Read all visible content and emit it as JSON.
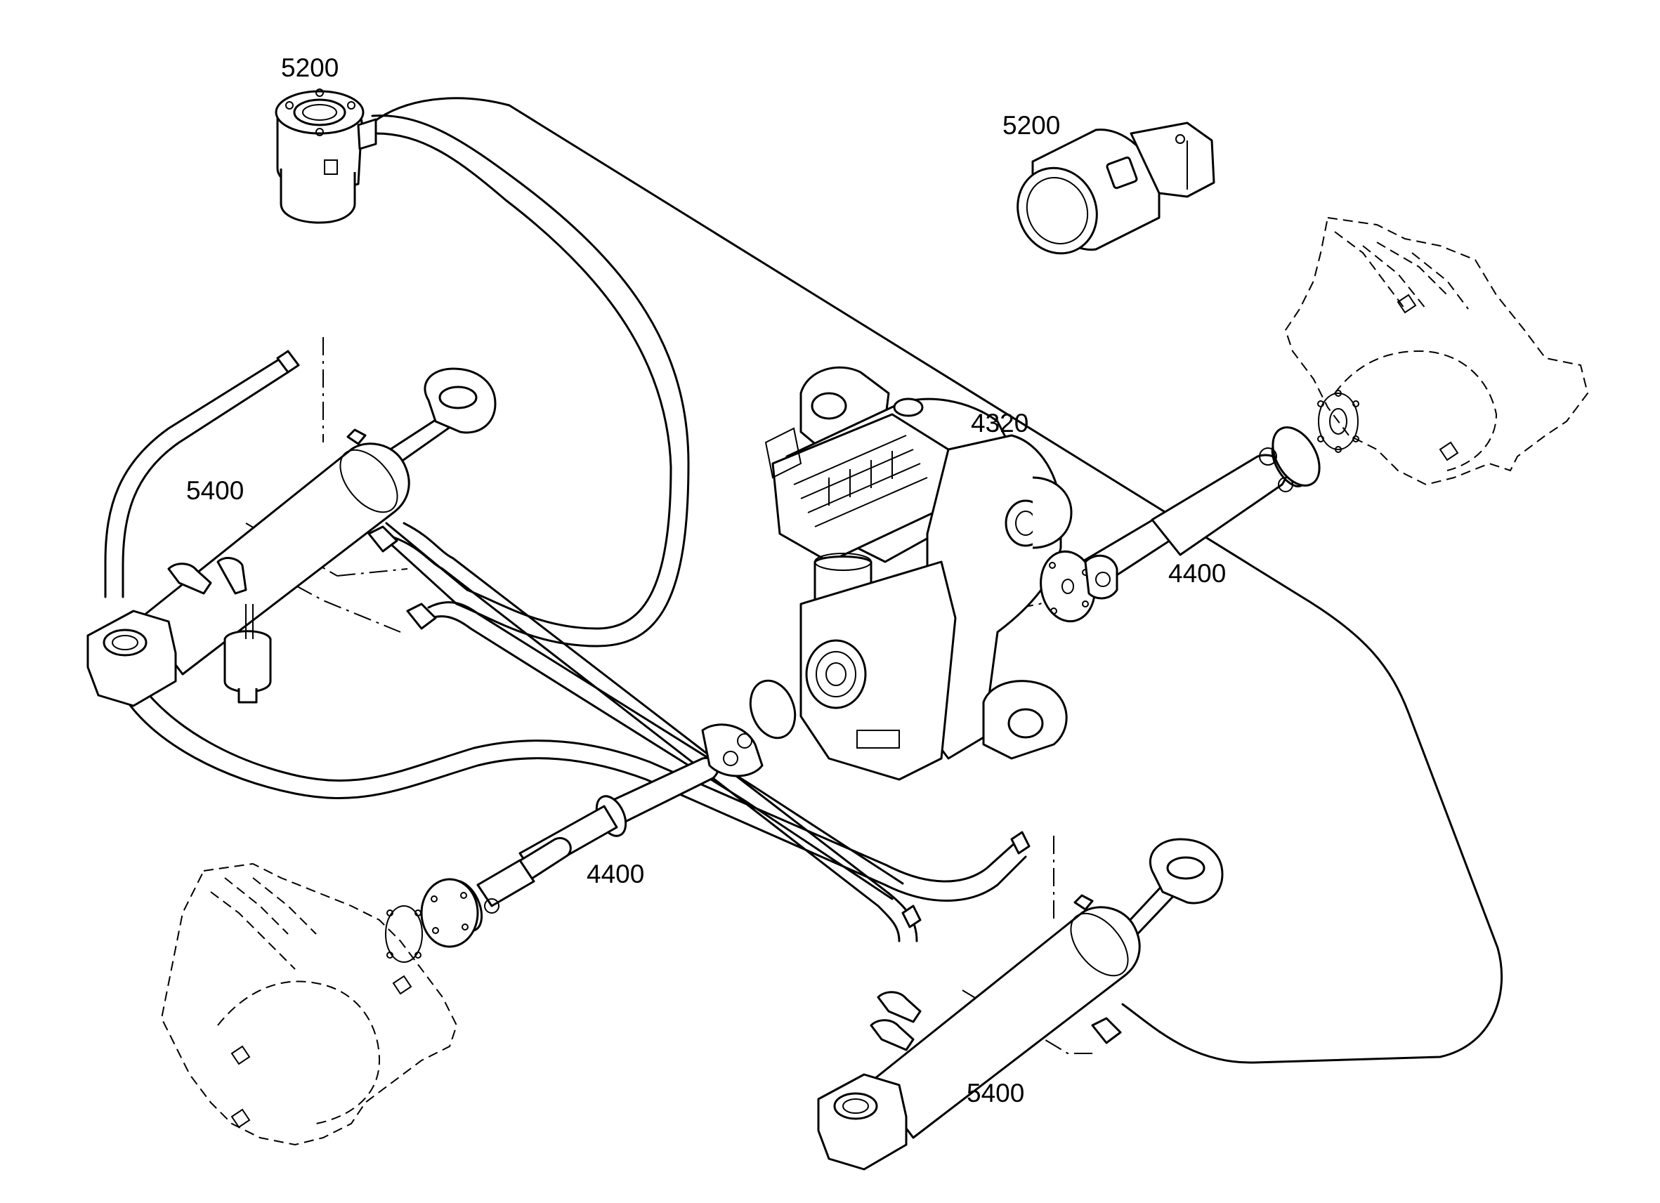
{
  "diagram": {
    "labels": [
      {
        "id": "steering-unit-a",
        "text": "5200"
      },
      {
        "id": "steering-unit-b",
        "text": "5200"
      },
      {
        "id": "transfer-gearbox",
        "text": "4320"
      },
      {
        "id": "cylinder-left",
        "text": "5400"
      },
      {
        "id": "cylinder-right",
        "text": "5400"
      },
      {
        "id": "shaft-rear",
        "text": "4400"
      },
      {
        "id": "shaft-front",
        "text": "4400"
      }
    ]
  }
}
